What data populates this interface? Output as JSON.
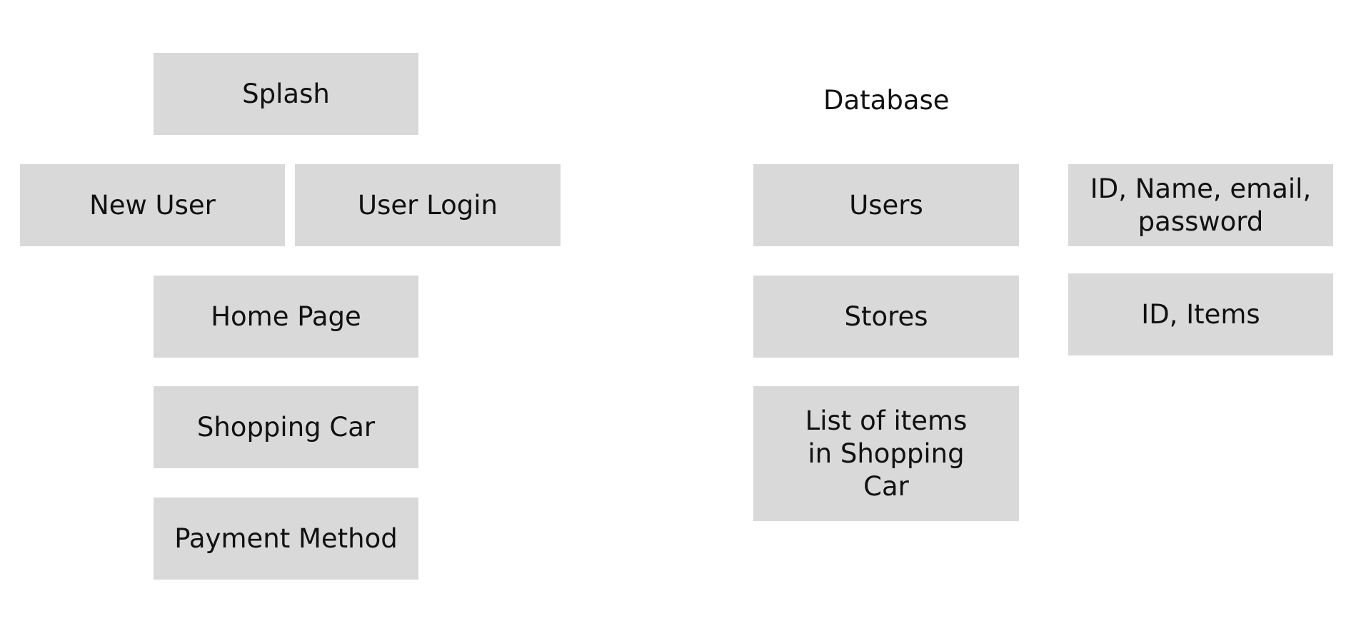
{
  "screens": {
    "splash": "Splash",
    "new_user": "New User",
    "user_login": "User Login",
    "home_page": "Home Page",
    "shopping_car": "Shopping Car",
    "payment_method": "Payment Method"
  },
  "database": {
    "heading": "Database",
    "users": "Users",
    "users_fields": "ID, Name, email,\npassword",
    "stores": "Stores",
    "stores_fields": "ID, Items",
    "cart_items": "List of items\nin Shopping\nCar"
  }
}
